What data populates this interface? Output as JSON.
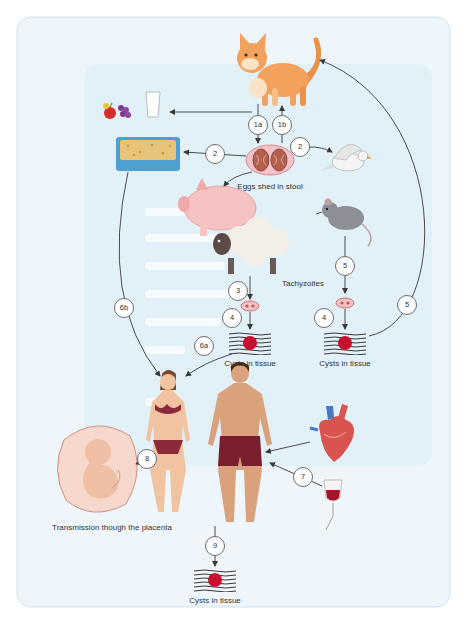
{
  "diagram": {
    "labels": [
      "1a",
      "1b",
      "2",
      "Eggs shed in stool",
      "2",
      "5",
      "Tachyzoites",
      "3",
      "4",
      "4",
      "6b",
      "6a",
      "Cysts in tissue",
      "Cysts in tissue",
      "5",
      "7",
      "8",
      "Transmission though the placenta",
      "9",
      "Cysts in tissue"
    ]
  }
}
